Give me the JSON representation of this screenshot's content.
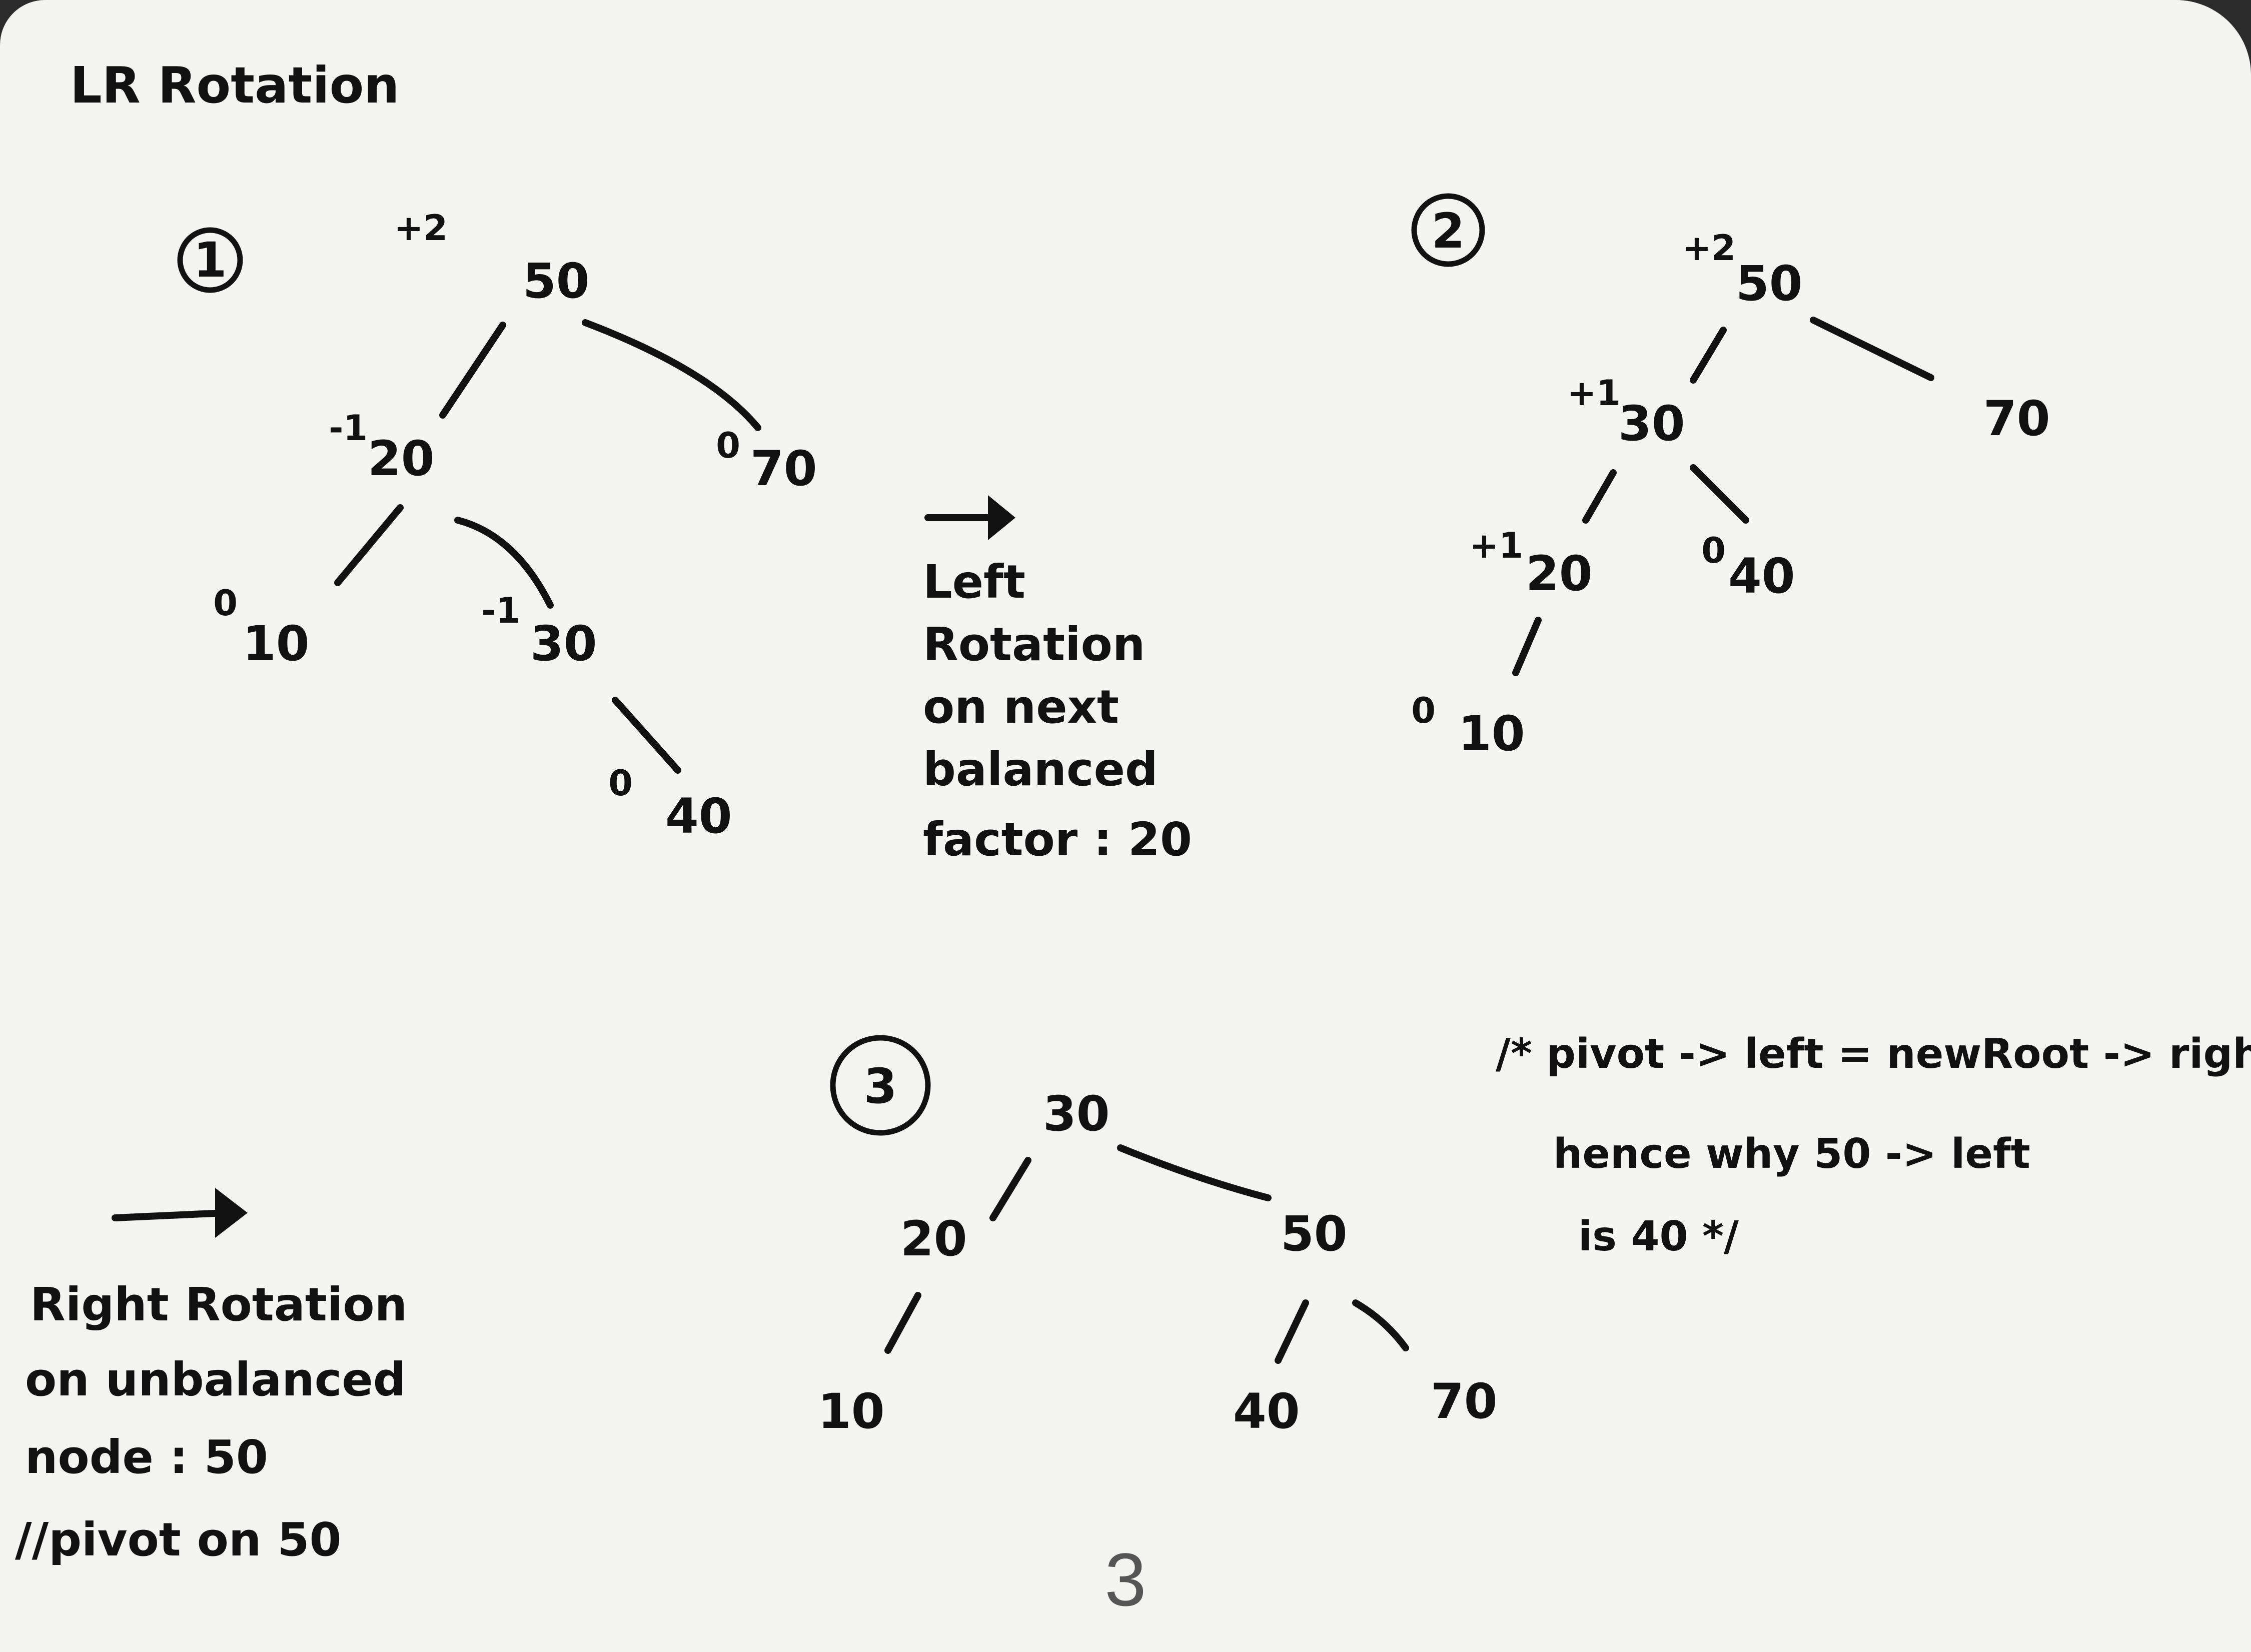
{
  "title": "LR Rotation",
  "steps": [
    {
      "label": "1",
      "nodes": [
        {
          "value": "50",
          "balance": "+2"
        },
        {
          "value": "20",
          "balance": "-1"
        },
        {
          "value": "70",
          "balance": "0"
        },
        {
          "value": "10",
          "balance": "0"
        },
        {
          "value": "30",
          "balance": "-1"
        },
        {
          "value": "40",
          "balance": "0"
        }
      ]
    },
    {
      "label": "2",
      "nodes": [
        {
          "value": "50",
          "balance": "+2"
        },
        {
          "value": "30",
          "balance": "+1"
        },
        {
          "value": "70",
          "balance": ""
        },
        {
          "value": "20",
          "balance": "+1"
        },
        {
          "value": "40",
          "balance": "0"
        },
        {
          "value": "10",
          "balance": "0"
        }
      ]
    },
    {
      "label": "3",
      "nodes": [
        {
          "value": "30"
        },
        {
          "value": "20"
        },
        {
          "value": "50"
        },
        {
          "value": "10"
        },
        {
          "value": "40"
        },
        {
          "value": "70"
        }
      ]
    }
  ],
  "annotations": {
    "left_rotation": [
      "Left",
      "Rotation",
      "on next",
      "balanced",
      "factor : 20"
    ],
    "right_rotation": [
      "Right Rotation",
      "on unbalanced",
      "node : 50",
      "//pivot on 50"
    ],
    "comment": [
      "/* pivot -> left = newRoot -> right ;",
      "hence why 50 -> left",
      "is 40 */"
    ]
  },
  "page_number": "3"
}
